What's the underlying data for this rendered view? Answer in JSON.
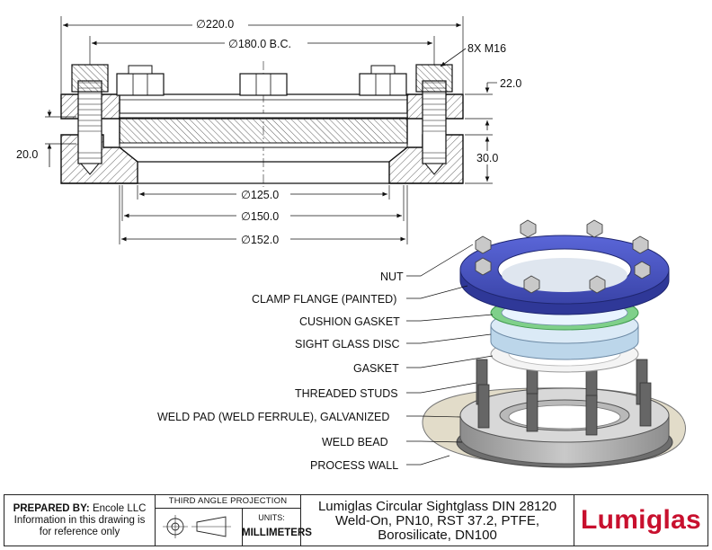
{
  "dimensions": {
    "overall_od": "220.0",
    "bolt_circle": "180.0 B.C.",
    "bolt_callout": "8X M16",
    "clamp_thickness": "22.0",
    "glass_thickness": "20.0",
    "pad_thickness": "30.0",
    "view_dia": "125.0",
    "gasket_dia": "150.0",
    "bore_dia": "152.0",
    "dia_symbol": "∅"
  },
  "callouts": [
    "NUT",
    "CLAMP FLANGE (PAINTED)",
    "CUSHION GASKET",
    "SIGHT GLASS DISC",
    "GASKET",
    "THREADED STUDS",
    "WELD PAD (WELD FERRULE), GALVANIZED",
    "WELD BEAD",
    "PROCESS WALL"
  ],
  "title_block": {
    "prepared_label": "PREPARED BY:",
    "prepared_by": "Encole LLC",
    "note_line1": "Information in this drawing is",
    "note_line2": "for reference only",
    "projection": "THIRD ANGLE PROJECTION",
    "units_label": "UNITS:",
    "units_value": "MILLIMETERS",
    "title_line1": "Lumiglas Circular Sightglass DIN 28120",
    "title_line2": "Weld-On, PN10, RST 37.2, PTFE,",
    "title_line3": "Borosilicate, DN100",
    "logo": "Lumiglas"
  },
  "colors": {
    "flange_blue": "#4a55c8",
    "gasket_green": "#7fd08a",
    "glass_tint": "#cfe3f2",
    "steel": "#9a9a9a",
    "logo_red": "#c8102e"
  }
}
